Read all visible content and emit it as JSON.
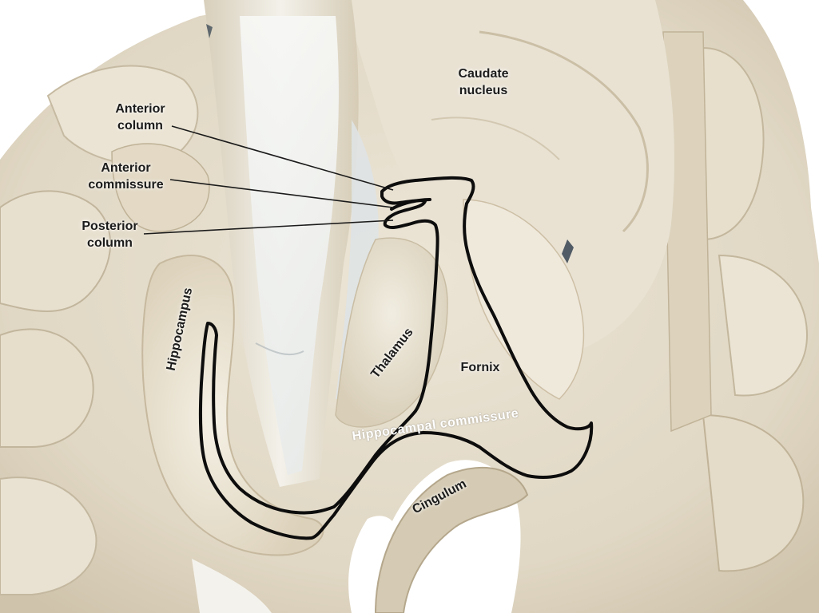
{
  "labels": {
    "caudate_nucleus": [
      "Caudate",
      "nucleus"
    ],
    "anterior_column": [
      "Anterior",
      "column"
    ],
    "anterior_commissure": [
      "Anterior",
      "commissure"
    ],
    "posterior_column": [
      "Posterior",
      "column"
    ],
    "hippocampus": "Hippocampus",
    "thalamus": "Thalamus",
    "fornix": "Fornix",
    "hippocampal_commissure": "Hippocampal commissure",
    "cingulum": "Cingulum"
  },
  "colors": {
    "tissue_base": "#e4dccb",
    "tissue_light": "#f2eee3",
    "tissue_shadow": "#b9ad94",
    "ventricle_white": "#f4f5f3",
    "outline": "#0d0d0d",
    "leader_line": "#1b1b1b",
    "background": "#ffffff"
  }
}
